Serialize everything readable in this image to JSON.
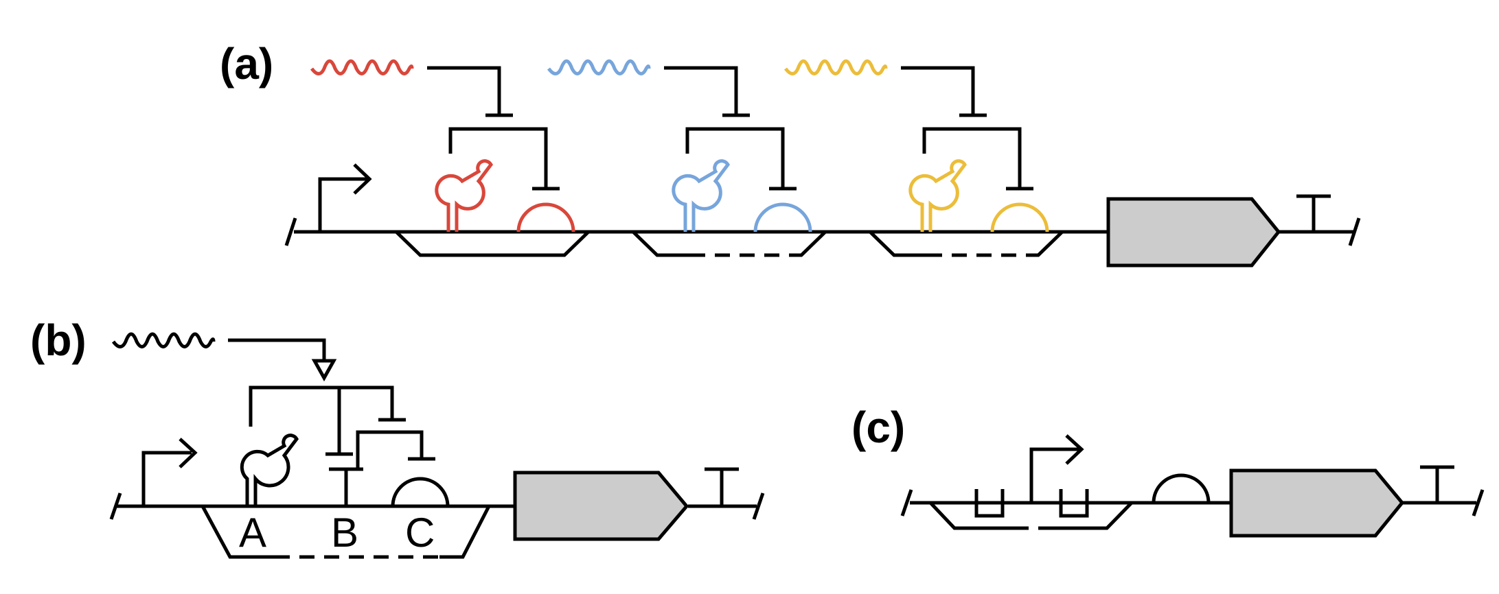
{
  "colors": {
    "line": "#000000",
    "cds_fill": "#cccccc",
    "red": "#d9473b",
    "blue": "#77a5dc",
    "yellow": "#ecbd3a"
  },
  "panels": {
    "a": {
      "label": "(a)",
      "cassettes": [
        {
          "color_key": "red",
          "icon": "hairpin-aptamer-icon"
        },
        {
          "color_key": "blue",
          "icon": "hairpin-aptamer-icon"
        },
        {
          "color_key": "yellow",
          "icon": "hairpin-aptamer-icon"
        }
      ]
    },
    "b": {
      "label": "(b)",
      "sites": [
        "A",
        "B",
        "C"
      ]
    },
    "c": {
      "label": "(c)"
    }
  }
}
